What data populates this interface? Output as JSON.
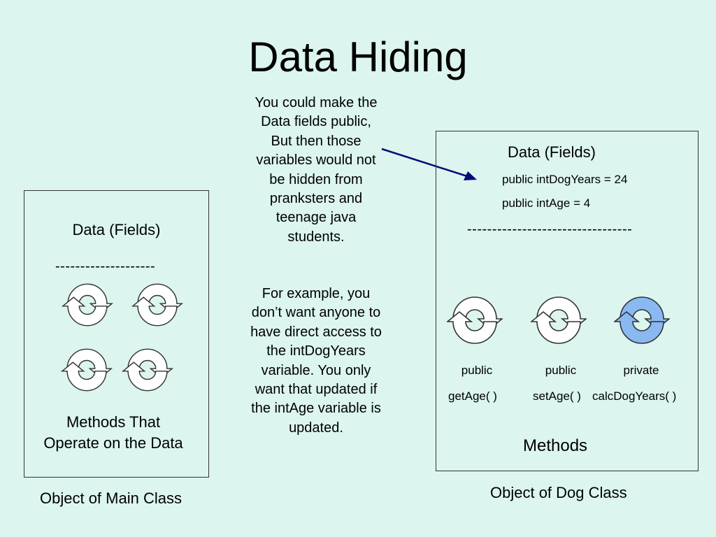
{
  "title": "Data Hiding",
  "main_object": {
    "data_heading": "Data (Fields)",
    "divider": "--------------------",
    "methods_caption_line1": "Methods That",
    "methods_caption_line2": "Operate on the Data",
    "label": "Object of Main Class"
  },
  "dog_object": {
    "data_heading": "Data (Fields)",
    "fields": [
      "public intDogYears = 24",
      "public intAge = 4"
    ],
    "divider": "---------------------------------",
    "methods": [
      {
        "access": "public",
        "name": "getAge( )",
        "icon": "cycle-arrows-icon",
        "fill": "#ffffff"
      },
      {
        "access": "public",
        "name": "setAge( )",
        "icon": "cycle-arrows-icon",
        "fill": "#ffffff"
      },
      {
        "access": "private",
        "name": "calcDogYears( )",
        "icon": "cycle-arrows-icon",
        "fill": "#8ab8f0"
      }
    ],
    "methods_heading": "Methods",
    "label": "Object of Dog Class"
  },
  "notes": {
    "public_fields": [
      "You could make the",
      "Data fields public,",
      "But then those",
      "variables would not",
      "be hidden from",
      "pranksters and",
      "teenage java",
      "students."
    ],
    "example": [
      "For example, you",
      "don’t want anyone to",
      "have direct access to",
      "the intDogYears",
      "variable. You only",
      "want that updated if",
      "the intAge variable is",
      "updated."
    ]
  },
  "colors": {
    "background": "#dcf5ef",
    "arrow": "#0a0a7a",
    "private_icon_fill": "#8ab8f0",
    "public_icon_fill": "#ffffff"
  }
}
